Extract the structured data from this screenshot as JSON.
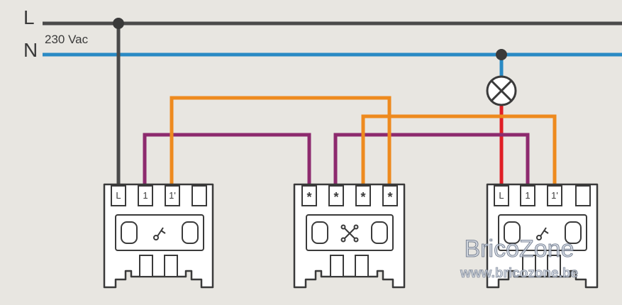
{
  "lines": {
    "phase_label": "L",
    "neutral_label": "N",
    "voltage_label": "230 Vac"
  },
  "switches": {
    "left": {
      "terminals": [
        "L",
        "1",
        "1'",
        ""
      ]
    },
    "middle": {
      "terminals": [
        "*",
        "*",
        "*",
        "*"
      ]
    },
    "right": {
      "terminals": [
        "L",
        "1",
        "1'",
        ""
      ]
    }
  },
  "watermark": {
    "brand": "BricoZone",
    "url": "www.bricozone.be"
  },
  "colors": {
    "background": "#e8e6e1",
    "phase": "#4a4a4a",
    "neutral": "#2a8ac4",
    "traveler_orange": "#ee8a1e",
    "traveler_purple": "#8d2a6e",
    "lamp_feed": "#e01e25",
    "device_outline": "#3a3a3a",
    "device_fill": "#ffffff"
  }
}
